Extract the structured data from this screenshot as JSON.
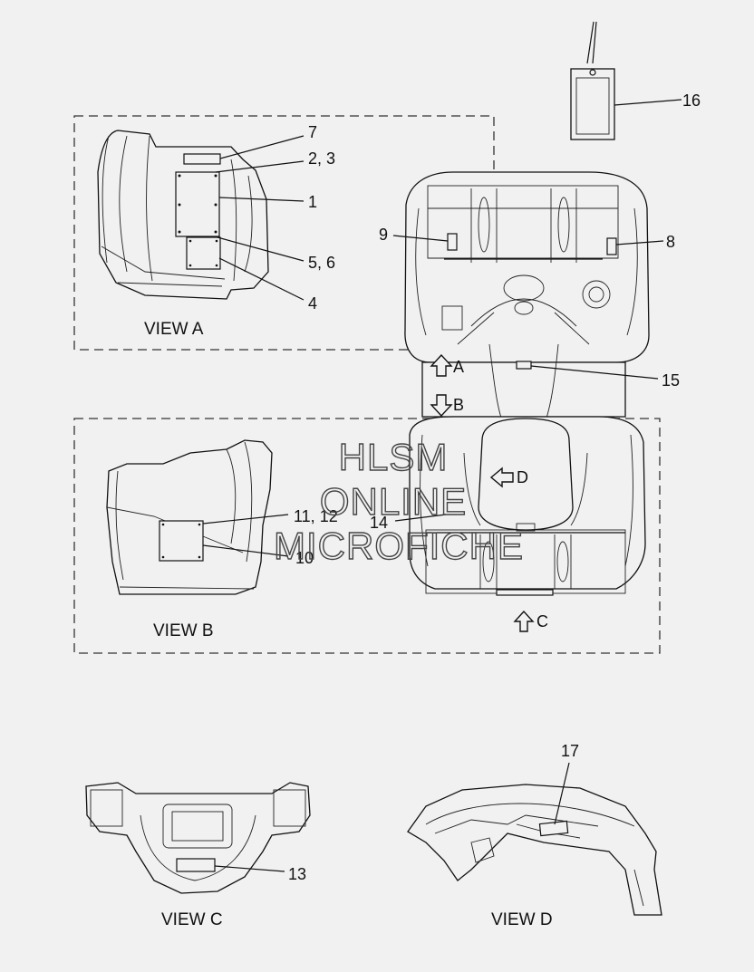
{
  "callouts": {
    "c1": "1",
    "c2_3": "2, 3",
    "c4": "4",
    "c5_6": "5, 6",
    "c7": "7",
    "c8": "8",
    "c9": "9",
    "c10": "10",
    "c11_12": "11, 12",
    "c13": "13",
    "c14": "14",
    "c15": "15",
    "c16": "16",
    "c17": "17"
  },
  "view_labels": {
    "view_a": "VIEW A",
    "view_b": "VIEW B",
    "view_c": "VIEW C",
    "view_d": "VIEW D"
  },
  "view_arrows": {
    "a": "A",
    "b": "B",
    "c": "C",
    "d": "D"
  },
  "watermark": {
    "line1": "HLSM",
    "line2": "ONLINE",
    "line3": "MICROFICHE"
  }
}
